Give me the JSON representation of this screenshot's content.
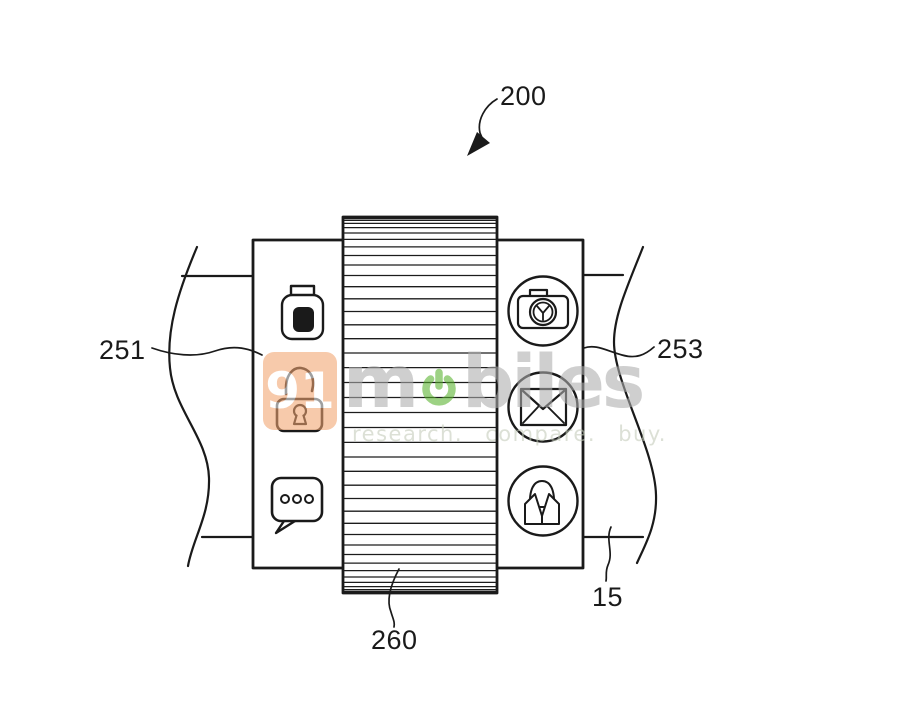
{
  "figure": {
    "labels": {
      "device": "200",
      "left_panel": "251",
      "right_panel": "253",
      "strap": "15",
      "band": "260"
    },
    "icons": {
      "left_panel": [
        "usb-drive-icon",
        "unlock-padlock-icon",
        "chat-bubble-icon"
      ],
      "right_panel": [
        "camera-icon",
        "mail-envelope-icon",
        "person-contact-icon"
      ]
    }
  },
  "watermark": {
    "badge": "91",
    "brand_prefix": "m",
    "brand_suffix": "biles",
    "tagline": "research.  compare.  buy.",
    "colors": {
      "badge_bg": "#f2a470",
      "letters": "#adadad",
      "power_green": "#58b32c",
      "tagline": "#c3cbb9"
    }
  },
  "colors": {
    "line_art": "#1a1a1a",
    "background": "#ffffff"
  }
}
